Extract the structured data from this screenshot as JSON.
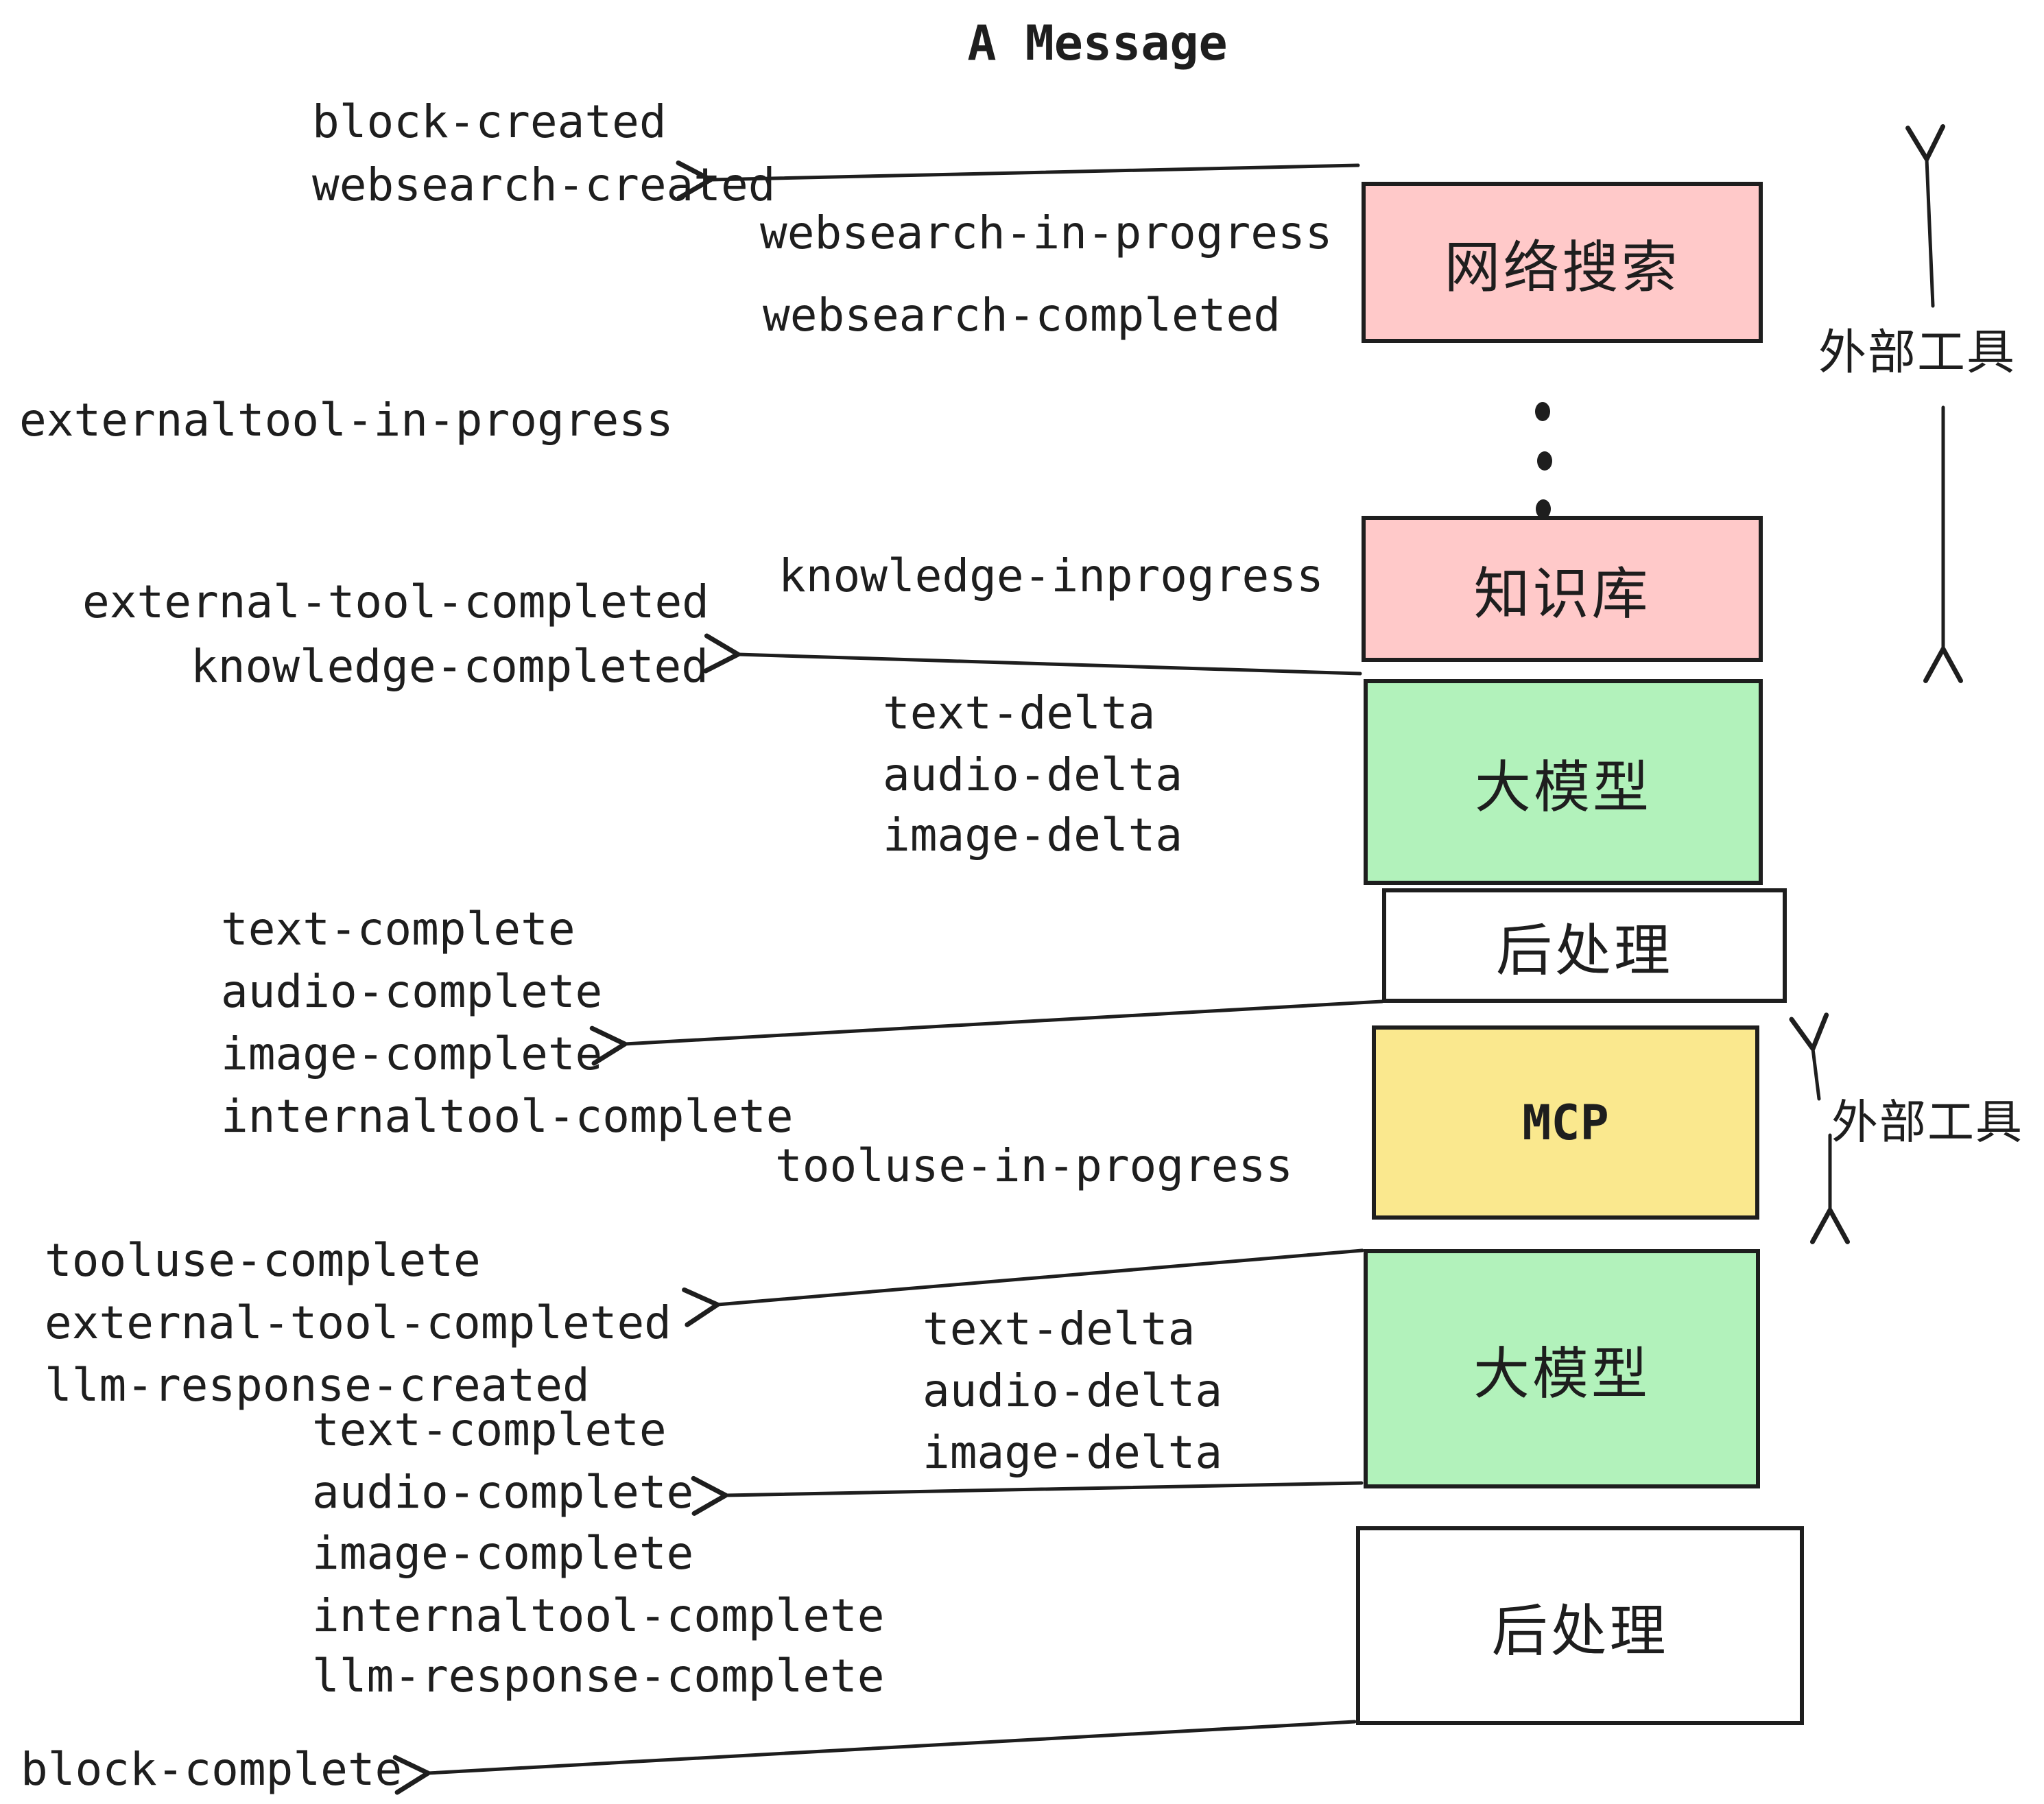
{
  "title": "A Message",
  "colors": {
    "pink": "#ffc9c9",
    "green": "#b2f2bb",
    "yellow": "#fae88e",
    "white": "#ffffff",
    "ink": "#1e1e1e"
  },
  "boxes": {
    "websearch": "网络搜索",
    "knowledge": "知识库",
    "llm1": "大模型",
    "post1": "后处理",
    "mcp": "MCP",
    "llm2": "大模型",
    "post2": "后处理"
  },
  "side_labels": {
    "external_tools_top": "外部工具",
    "external_tools_bottom": "外部工具"
  },
  "events": {
    "block_created": "block-created",
    "websearch_created": "websearch-created",
    "websearch_in_progress": "websearch-in-progress",
    "websearch_completed": "websearch-completed",
    "externaltool_in_progress": "externaltool-in-progress",
    "knowledge_inprogress": "knowledge-inprogress",
    "external_tool_completed_1": "external-tool-completed",
    "knowledge_completed": "knowledge-completed",
    "text_delta_1": "text-delta",
    "audio_delta_1": "audio-delta",
    "image_delta_1": "image-delta",
    "text_complete_1": "text-complete",
    "audio_complete_1": "audio-complete",
    "image_complete_1": "image-complete",
    "internaltool_complete_1": "internaltool-complete",
    "tooluse_in_progress": "tooluse-in-progress",
    "tooluse_complete": "tooluse-complete",
    "external_tool_completed_2": "external-tool-completed",
    "llm_response_created": "llm-response-created",
    "text_delta_2": "text-delta",
    "audio_delta_2": "audio-delta",
    "image_delta_2": "image-delta",
    "text_complete_2": "text-complete",
    "audio_complete_2": "audio-complete",
    "image_complete_2": "image-complete",
    "internaltool_complete_2": "internaltool-complete",
    "llm_response_complete": "llm-response-complete",
    "block_complete": "block-complete"
  }
}
